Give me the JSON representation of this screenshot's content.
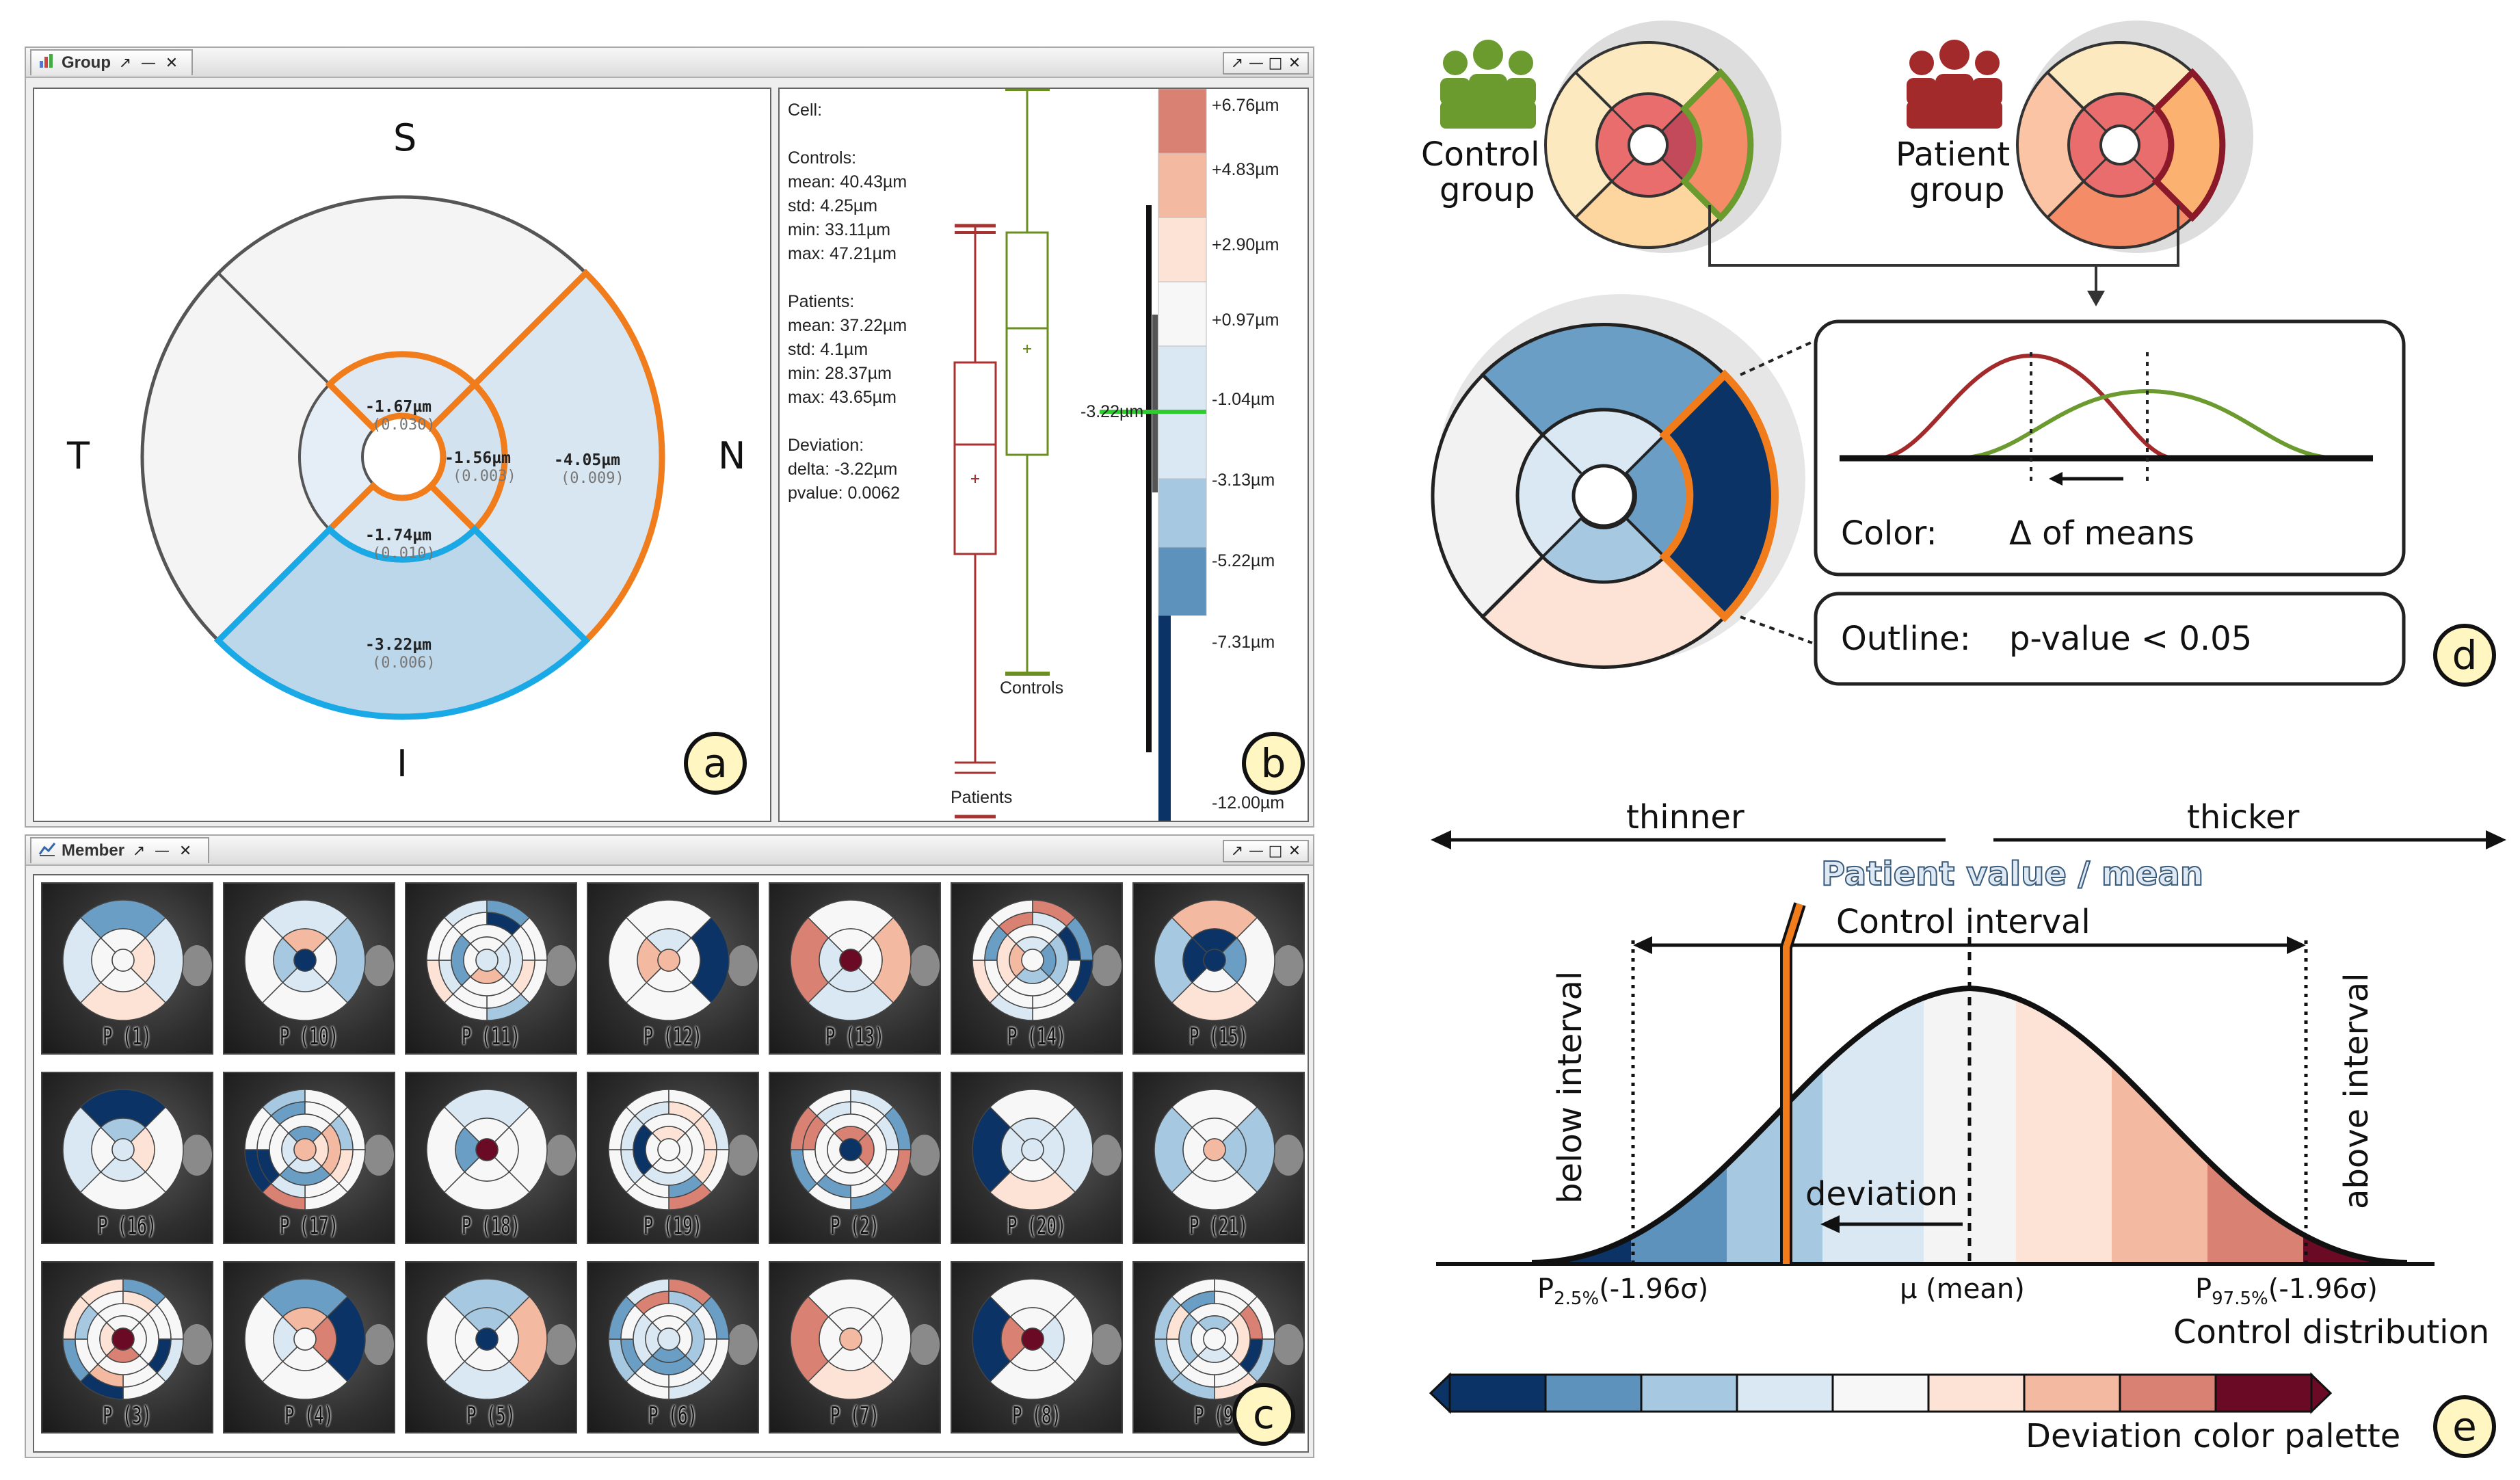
{
  "group_window": {
    "tab_title": "Group",
    "chart_icon": "bar-chart-icon",
    "controls": [
      "↗",
      "—",
      "✕"
    ],
    "right_controls": [
      "↗",
      "—",
      "□",
      "✕"
    ],
    "directions": {
      "superior": "S",
      "temporal": "T",
      "nasal": "N",
      "inferior": "I"
    },
    "sectors": {
      "superior_inner": {
        "value": "-1.67µm",
        "p": "(0.030)"
      },
      "nasal_inner": {
        "value": "-1.56µm",
        "p": "(0.003)"
      },
      "inferior_inner": {
        "value": "-1.74µm",
        "p": "(0.010)"
      },
      "nasal_outer": {
        "value": "-4.05µm",
        "p": "(0.009)"
      },
      "inferior_outer": {
        "value": "-3.22µm",
        "p": "(0.006)"
      }
    },
    "badge_a": "a"
  },
  "stats_panel": {
    "cell_label": "Cell:",
    "controls": [
      "Controls:",
      "mean: 40.43µm",
      "std: 4.25µm",
      "min: 33.11µm",
      "max: 47.21µm"
    ],
    "patients": [
      "Patients:",
      "mean: 37.22µm",
      "std: 4.1µm",
      "min: 28.37µm",
      "max: 43.65µm"
    ],
    "deviation": [
      "Deviation:",
      "delta: -3.22µm",
      "pvalue: 0.0062"
    ],
    "boxplot_patients_label": "Patients",
    "boxplot_controls_label": "Controls",
    "marker_value": "-3.22µm",
    "scale_labels": [
      "+6.76µm",
      "+4.83µm",
      "+2.90µm",
      "+0.97µm",
      "-1.04µm",
      "-3.13µm",
      "-5.22µm",
      "-7.31µm",
      "-12.00µm"
    ],
    "badge_b": "b"
  },
  "member_window": {
    "tab_title": "Member",
    "chart_icon": "line-chart-icon",
    "controls": [
      "↗",
      "—",
      "✕"
    ],
    "right_controls": [
      "↗",
      "—",
      "□",
      "✕"
    ],
    "patients": [
      "P (1)",
      "P (10)",
      "P (11)",
      "P (12)",
      "P (13)",
      "P (14)",
      "P (15)",
      "P (16)",
      "P (17)",
      "P (18)",
      "P (19)",
      "P (2)",
      "P (20)",
      "P (21)",
      "P (3)",
      "P (4)",
      "P (5)",
      "P (6)",
      "P (7)",
      "P (8)",
      "P (9)"
    ],
    "badge_c": "c"
  },
  "diagram_d": {
    "control_group": [
      "Control",
      "group"
    ],
    "patient_group": [
      "Patient",
      "group"
    ],
    "color_label": "Color:",
    "color_value": "Δ of means",
    "outline_label": "Outline:",
    "outline_value": "p-value < 0.05",
    "badge_d": "d"
  },
  "diagram_e": {
    "thinner": "thinner",
    "thicker": "thicker",
    "patient_value": "Patient value / mean",
    "control_interval": "Control interval",
    "below_interval": "below interval",
    "above_interval": "above interval",
    "deviation": "deviation",
    "p_low": "P",
    "p_low_sub": "2.5%",
    "p_low_tail": "(-1.96σ)",
    "mu": "μ (mean)",
    "p_high": "P",
    "p_high_sub": "97.5%",
    "p_high_tail": "(-1.96σ)",
    "control_distribution": "Control distribution",
    "palette_label": "Deviation color palette",
    "palette": [
      "#0b3366",
      "#5d92bd",
      "#a6c8e0",
      "#d9e8f2",
      "#f7f7f7",
      "#fde3d5",
      "#f4b9a1",
      "#d98273",
      "#6b0a24"
    ],
    "badge_e": "e"
  }
}
